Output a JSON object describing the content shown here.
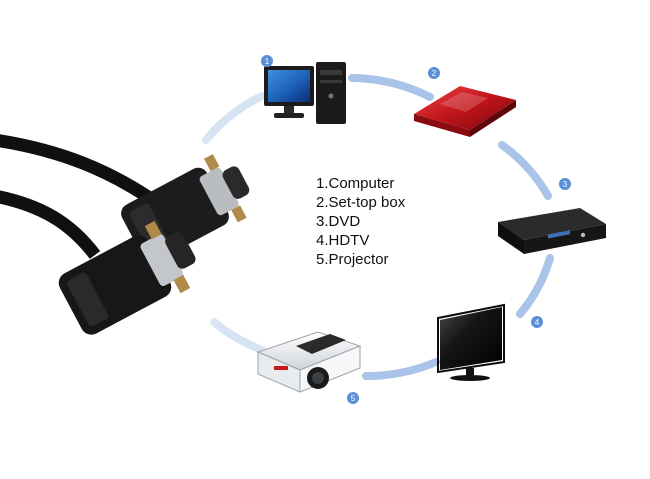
{
  "diagram": {
    "devices": [
      {
        "number": "1",
        "label": "1.Computer",
        "icon": "desktop-computer-icon"
      },
      {
        "number": "2",
        "label": "2.Set-top box",
        "icon": "set-top-box-icon"
      },
      {
        "number": "3",
        "label": "3.DVD",
        "icon": "dvd-player-icon"
      },
      {
        "number": "4",
        "label": "4.HDTV",
        "icon": "hdtv-icon"
      },
      {
        "number": "5",
        "label": "5.Projector",
        "icon": "projector-icon"
      }
    ],
    "cable": {
      "icon": "vga-cable-icon"
    },
    "colors": {
      "ring": "#a9c4e8",
      "badge": "#5b8fd6",
      "set_top_box": "#c0141b",
      "device_body": "#1b1b1b"
    }
  }
}
